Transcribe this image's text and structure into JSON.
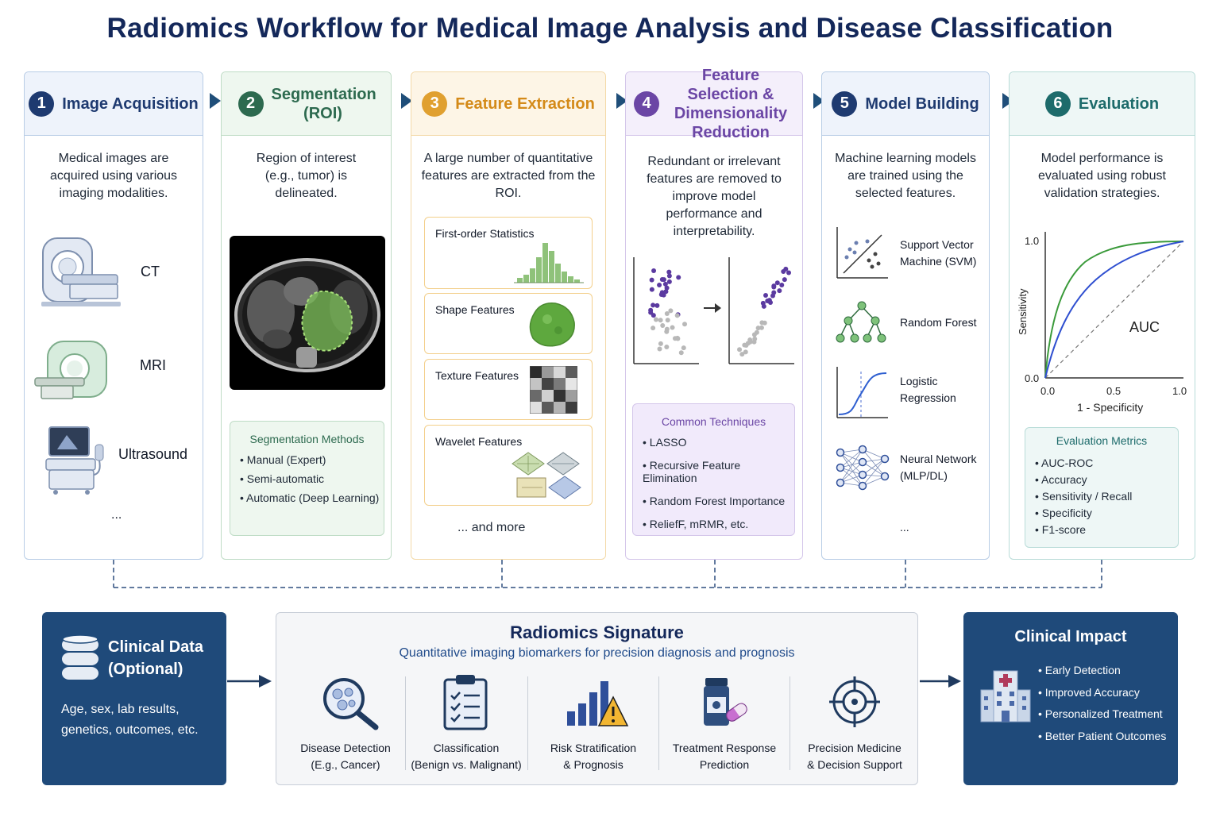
{
  "title": "Radiomics Workflow for Medical Image Analysis and Disease Classification",
  "colors": {
    "navy": "#1f4a7a",
    "blue": "#1e3a70",
    "green": "#2d6a4f",
    "orange": "#e0a030",
    "purple": "#6b46a5",
    "teal": "#1d6b6b"
  },
  "stages": [
    {
      "num": "1",
      "title": "Image Acquisition",
      "desc": "Medical images are acquired using various imaging modalities."
    },
    {
      "num": "2",
      "title": "Segmentation (ROI)",
      "desc": "Region of interest (e.g., tumor) is delineated."
    },
    {
      "num": "3",
      "title": "Feature Extraction",
      "desc": "A large number of quantitative features are extracted from the ROI."
    },
    {
      "num": "4",
      "title": "Feature Selection & Dimensionality Reduction",
      "desc": "Redundant or irrelevant features are removed to improve model performance and interpretability."
    },
    {
      "num": "5",
      "title": "Model Building",
      "desc": "Machine learning models are trained using the selected features."
    },
    {
      "num": "6",
      "title": "Evaluation",
      "desc": "Model performance is evaluated using robust validation strategies."
    }
  ],
  "modalities": [
    "CT",
    "MRI",
    "Ultrasound",
    "..."
  ],
  "segmentation_methods": {
    "title": "Segmentation Methods",
    "items": [
      "Manual (Expert)",
      "Semi-automatic",
      "Automatic (Deep Learning)"
    ]
  },
  "features": [
    "First-order Statistics",
    "Shape Features",
    "Texture Features",
    "Wavelet Features"
  ],
  "features_more": "... and more",
  "techniques": {
    "title": "Common Techniques",
    "items": [
      "LASSO",
      "Recursive Feature Elimination",
      "Random Forest Importance",
      "ReliefF, mRMR, etc."
    ]
  },
  "models": [
    "Support Vector Machine (SVM)",
    "Random Forest",
    "Logistic Regression",
    "Neural Network (MLP/DL)",
    "..."
  ],
  "roc": {
    "ylabel": "Sensitivity",
    "xlabel": "1 - Specificity",
    "y_ticks": [
      "1.0",
      "0.0"
    ],
    "x_ticks": [
      "0.0",
      "0.5",
      "1.0"
    ],
    "annotation": "AUC"
  },
  "eval_metrics": {
    "title": "Evaluation Metrics",
    "items": [
      "AUC-ROC",
      "Accuracy",
      "Sensitivity / Recall",
      "Specificity",
      "F1-score"
    ]
  },
  "clinical_data": {
    "title": "Clinical Data (Optional)",
    "desc": "Age, sex, lab results, genetics, outcomes, etc."
  },
  "signature": {
    "title": "Radiomics Signature",
    "subtitle": "Quantitative imaging biomarkers for precision diagnosis and prognosis",
    "items": [
      {
        "line1": "Disease Detection",
        "line2": "(E.g., Cancer)"
      },
      {
        "line1": "Classification",
        "line2": "(Benign vs. Malignant)"
      },
      {
        "line1": "Risk Stratification",
        "line2": "& Prognosis"
      },
      {
        "line1": "Treatment Response",
        "line2": "Prediction"
      },
      {
        "line1": "Precision Medicine",
        "line2": "& Decision Support"
      }
    ]
  },
  "impact": {
    "title": "Clinical Impact",
    "items": [
      "Early Detection",
      "Improved Accuracy",
      "Personalized Treatment",
      "Better Patient Outcomes"
    ]
  }
}
